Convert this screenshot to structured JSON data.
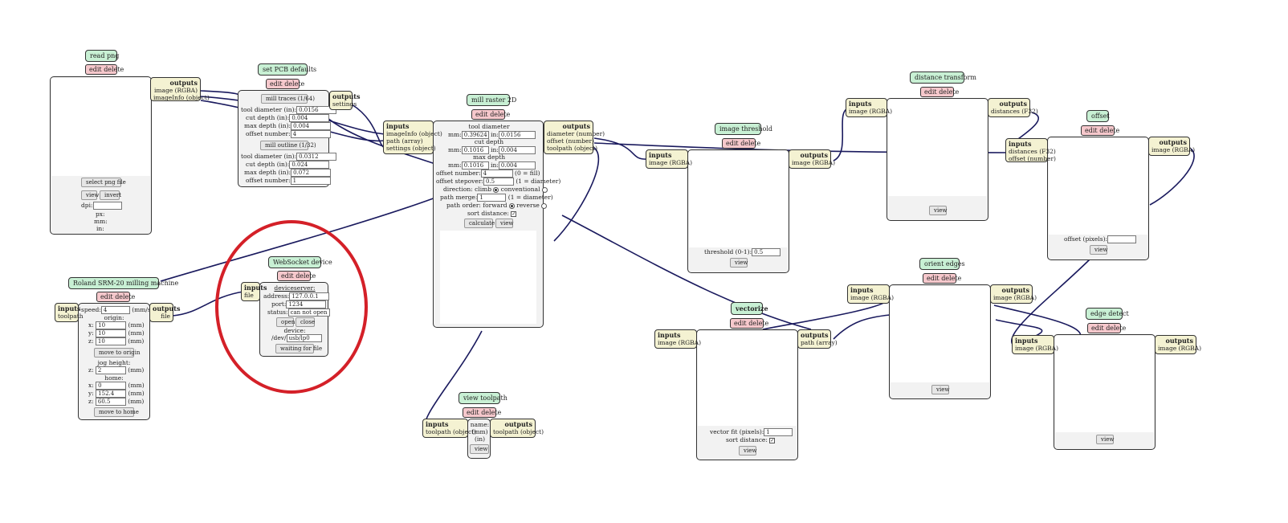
{
  "edit_label": "edit",
  "delete_label": "delete",
  "inputs_label": "inputs",
  "outputs_label": "outputs",
  "view_label": "view",
  "colors": {
    "title_bg": "#c8f0d4",
    "edit_bg": "#f6c8cc",
    "port_bg": "#f4f2d2",
    "wire": "#1a1a5e",
    "highlight": "#d42028"
  },
  "read_png": {
    "title": "read png",
    "outputs": [
      "image (RGBA)",
      "imageInfo (object)"
    ],
    "select_button": "select png file",
    "view_button": "view",
    "invert_button": "invert",
    "dpi_label": "dpi:",
    "px_label": "px:",
    "mm_label": "mm:",
    "in_label": "in:"
  },
  "pcb_defaults": {
    "title": "set PCB defaults",
    "outputs": [
      "settings"
    ],
    "traces_button": "mill traces (1/64)",
    "outline_button": "mill outline (1/32)",
    "traces": {
      "tool_diameter_label": "tool diameter (in):",
      "tool_diameter": "0.0156",
      "cut_depth_label": "cut depth (in):",
      "cut_depth": "0.004",
      "max_depth_label": "max depth (in):",
      "max_depth": "0.004",
      "offset_number_label": "offset number:",
      "offset_number": "4"
    },
    "outline": {
      "tool_diameter_label": "tool diameter (in):",
      "tool_diameter": "0.0312",
      "cut_depth_label": "cut depth (in):",
      "cut_depth": "0.024",
      "max_depth_label": "max depth (in):",
      "max_depth": "0.072",
      "offset_number_label": "offset number:",
      "offset_number": "1"
    }
  },
  "mill_raster": {
    "title": "mill raster 2D",
    "inputs": [
      "imageInfo (object)",
      "path (array)",
      "settings (object)"
    ],
    "outputs": [
      "diameter (number)",
      "offset (number)",
      "toolpath (object)"
    ],
    "tool_diameter_heading": "tool diameter",
    "cut_depth_heading": "cut depth",
    "max_depth_heading": "max depth",
    "mm_label": "mm:",
    "in_label": "in:",
    "tool_mm": "0.39624",
    "tool_in": "0.0156",
    "cut_mm": "0.1016",
    "cut_in": "0.004",
    "max_mm": "0.1016",
    "max_in": "0.004",
    "offset_number_label": "offset number:",
    "offset_number": "4",
    "offset_number_hint": "(0 = fill)",
    "stepover_label": "offset stepover:",
    "stepover": "0.5",
    "stepover_hint": "(1 = diameter)",
    "direction_label": "direction: climb",
    "direction_alt": "conventional",
    "merge_label": "path merge:",
    "merge": "1",
    "merge_hint": "(1 = diameter)",
    "order_label": "path order: forward",
    "order_alt": "reverse",
    "sort_label": "sort distance:",
    "calculate_button": "calculate",
    "view_button": "view"
  },
  "roland": {
    "title": "Roland SRM-20 milling machine",
    "inputs": [
      "toolpath"
    ],
    "outputs": [
      "file"
    ],
    "speed_label": "speed:",
    "speed": "4",
    "speed_unit": "(mm/s)",
    "origin_heading": "origin:",
    "x_label": "x:",
    "y_label": "y:",
    "z_label": "z:",
    "mm_unit": "(mm)",
    "origin_x": "10",
    "origin_y": "10",
    "origin_z": "10",
    "move_origin_button": "move to origin",
    "jog_heading": "jog height:",
    "jog_z": "2",
    "home_heading": "home:",
    "home_x": "0",
    "home_y": "152.4",
    "home_z": "60.5",
    "move_home_button": "move to home"
  },
  "websocket": {
    "title": "WebSocket device",
    "inputs": [
      "file"
    ],
    "server_heading": "deviceserver:",
    "address_label": "address:",
    "address": "127.0.0.1",
    "port_label": "port:",
    "port": "1234",
    "status_label": "status:",
    "status": "can not open soc",
    "open_button": "open",
    "close_button": "close",
    "device_label": "device:",
    "device_prefix": "/dev/",
    "device": "usb/lp0",
    "waiting_button": "waiting for file"
  },
  "view_toolpath": {
    "title": "view toolpath",
    "inputs": [
      "toolpath (object)"
    ],
    "outputs": [
      "toolpath (object)"
    ],
    "name_label": "name:",
    "mm_label": "(mm)",
    "in_label": "(in)",
    "view_button": "view"
  },
  "image_threshold": {
    "title": "image threshold",
    "inputs": [
      "image (RGBA)"
    ],
    "outputs": [
      "image (RGBA)"
    ],
    "threshold_label": "threshold (0-1):",
    "threshold": "0.5",
    "view_button": "view"
  },
  "distance_transform": {
    "title": "distance transform",
    "inputs": [
      "image (RGBA)"
    ],
    "outputs": [
      "distances (F32)"
    ],
    "view_button": "view"
  },
  "offset": {
    "title": "offset",
    "inputs": [
      "distances (F32)",
      "offset (number)"
    ],
    "outputs": [
      "image (RGBA)"
    ],
    "offset_label": "offset (pixels):",
    "view_button": "view"
  },
  "vectorize": {
    "title": "vectorize",
    "inputs": [
      "image (RGBA)"
    ],
    "outputs": [
      "path (array)"
    ],
    "fit_label": "vector fit (pixels):",
    "fit": "1",
    "sort_label": "sort distance:",
    "view_button": "view"
  },
  "orient_edges": {
    "title": "orient edges",
    "inputs": [
      "image (RGBA)"
    ],
    "outputs": [
      "image (RGBA)"
    ],
    "view_button": "view"
  },
  "edge_detect": {
    "title": "edge detect",
    "inputs": [
      "image (RGBA)"
    ],
    "outputs": [
      "image (RGBA)"
    ],
    "view_button": "view"
  }
}
